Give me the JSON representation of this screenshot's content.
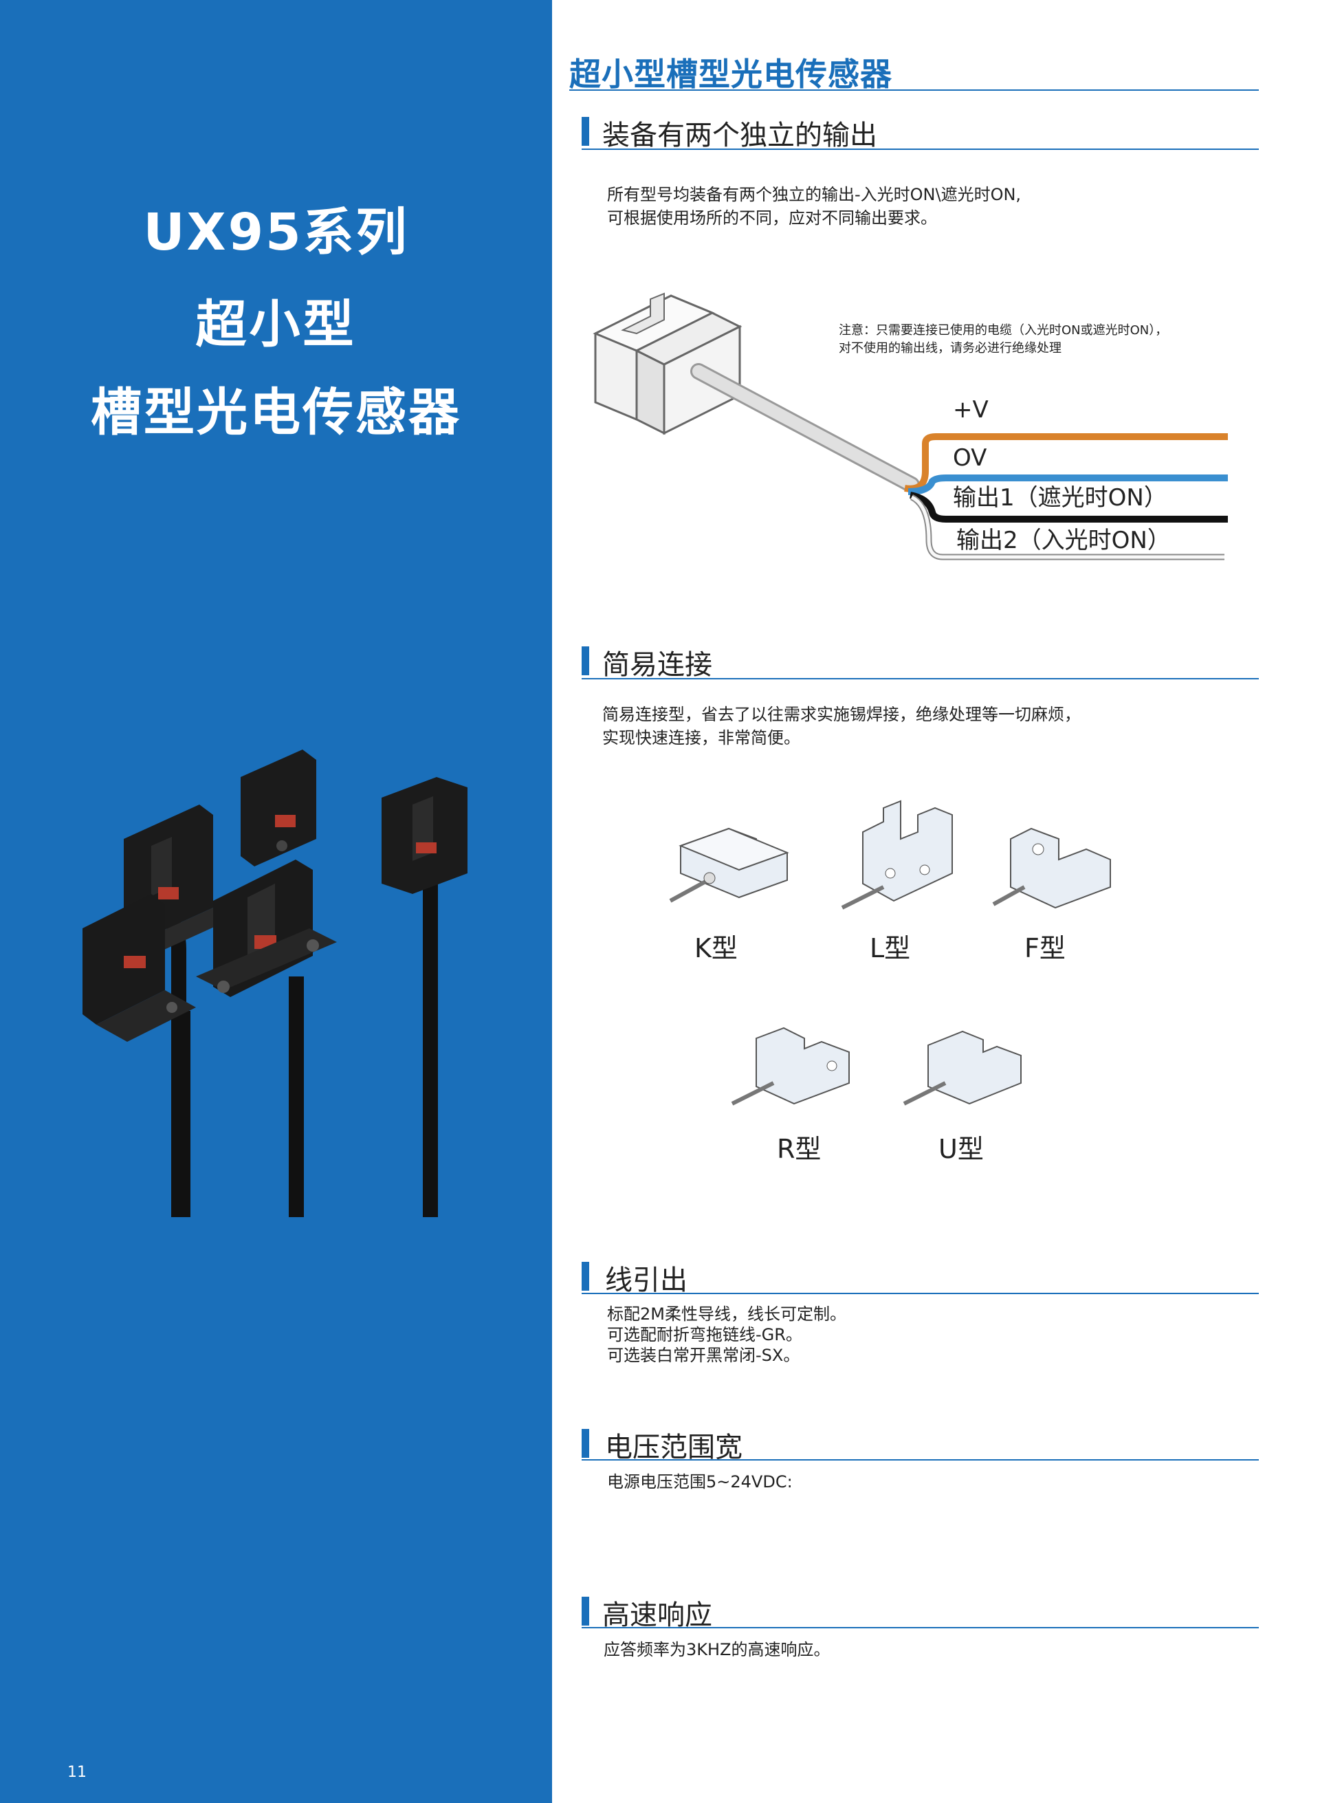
{
  "left_panel": {
    "title_line1": "UX95系列",
    "title_line2": "超小型",
    "title_line3": "槽型光电传感器",
    "page_number": "11"
  },
  "main_title": "超小型槽型光电传感器",
  "sections": [
    {
      "title": "装备有两个独立的输出",
      "lines": [
        "所有型号均装备有两个独立的输出-入光时ON\\遮光时ON,",
        "可根据使用场所的不同，应对不同输出要求。"
      ]
    },
    {
      "title": "简易连接",
      "lines": [
        "简易连接型，省去了以往需求实施锡焊接，绝缘处理等一切麻烦，",
        "实现快速连接，非常简便。"
      ]
    },
    {
      "title": "线引出",
      "lines": [
        "标配2M柔性导线，线长可定制。",
        "可选配耐折弯拖链线-GR。",
        "可选装白常开黑常闭-SX。"
      ]
    },
    {
      "title": "电压范围宽",
      "lines": [
        "电源电压范围5~24VDC:"
      ]
    },
    {
      "title": "高速响应",
      "lines": [
        "应答频率为3KHZ的高速响应。"
      ]
    }
  ],
  "wiring": {
    "note_line1": "注意：只需要连接已使用的电缆（入光时ON或遮光时ON），",
    "note_line2": "对不使用的输出线，请务必进行绝缘处理",
    "plus_v": "+V",
    "ov": "OV",
    "out1": "输出1（遮光时ON）",
    "out2": "输出2（入光时ON）",
    "colors": {
      "brown": "#d9822b",
      "blue": "#3a8fd0",
      "black": "#111111",
      "white": "#f4f4f4"
    }
  },
  "types": {
    "k": "K型",
    "l": "L型",
    "f": "F型",
    "r": "R型",
    "u": "U型"
  },
  "colors": {
    "brand_blue": "#1a6fba"
  }
}
